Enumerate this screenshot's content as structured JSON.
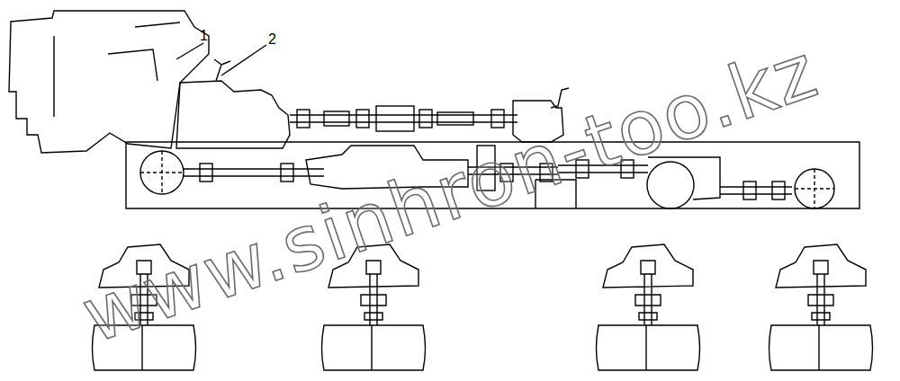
{
  "diagram": {
    "labels": [
      "1",
      "2",
      "www.sinhron-too.kz"
    ]
  }
}
